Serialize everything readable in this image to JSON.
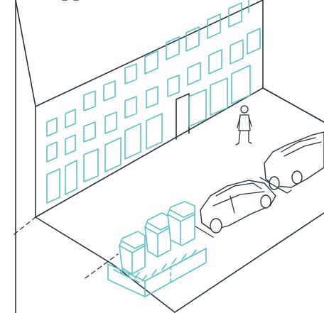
{
  "scene": {
    "style": "isometric line illustration",
    "colors": {
      "outline": "#26323a",
      "accent": "#5cc3c4",
      "background": "#ffffff"
    },
    "elements": [
      "building-facade",
      "sidewalk",
      "street",
      "pedestrian",
      "parked-car-front",
      "parked-car-rear",
      "underground-waste-containers",
      "underground-vault"
    ]
  }
}
